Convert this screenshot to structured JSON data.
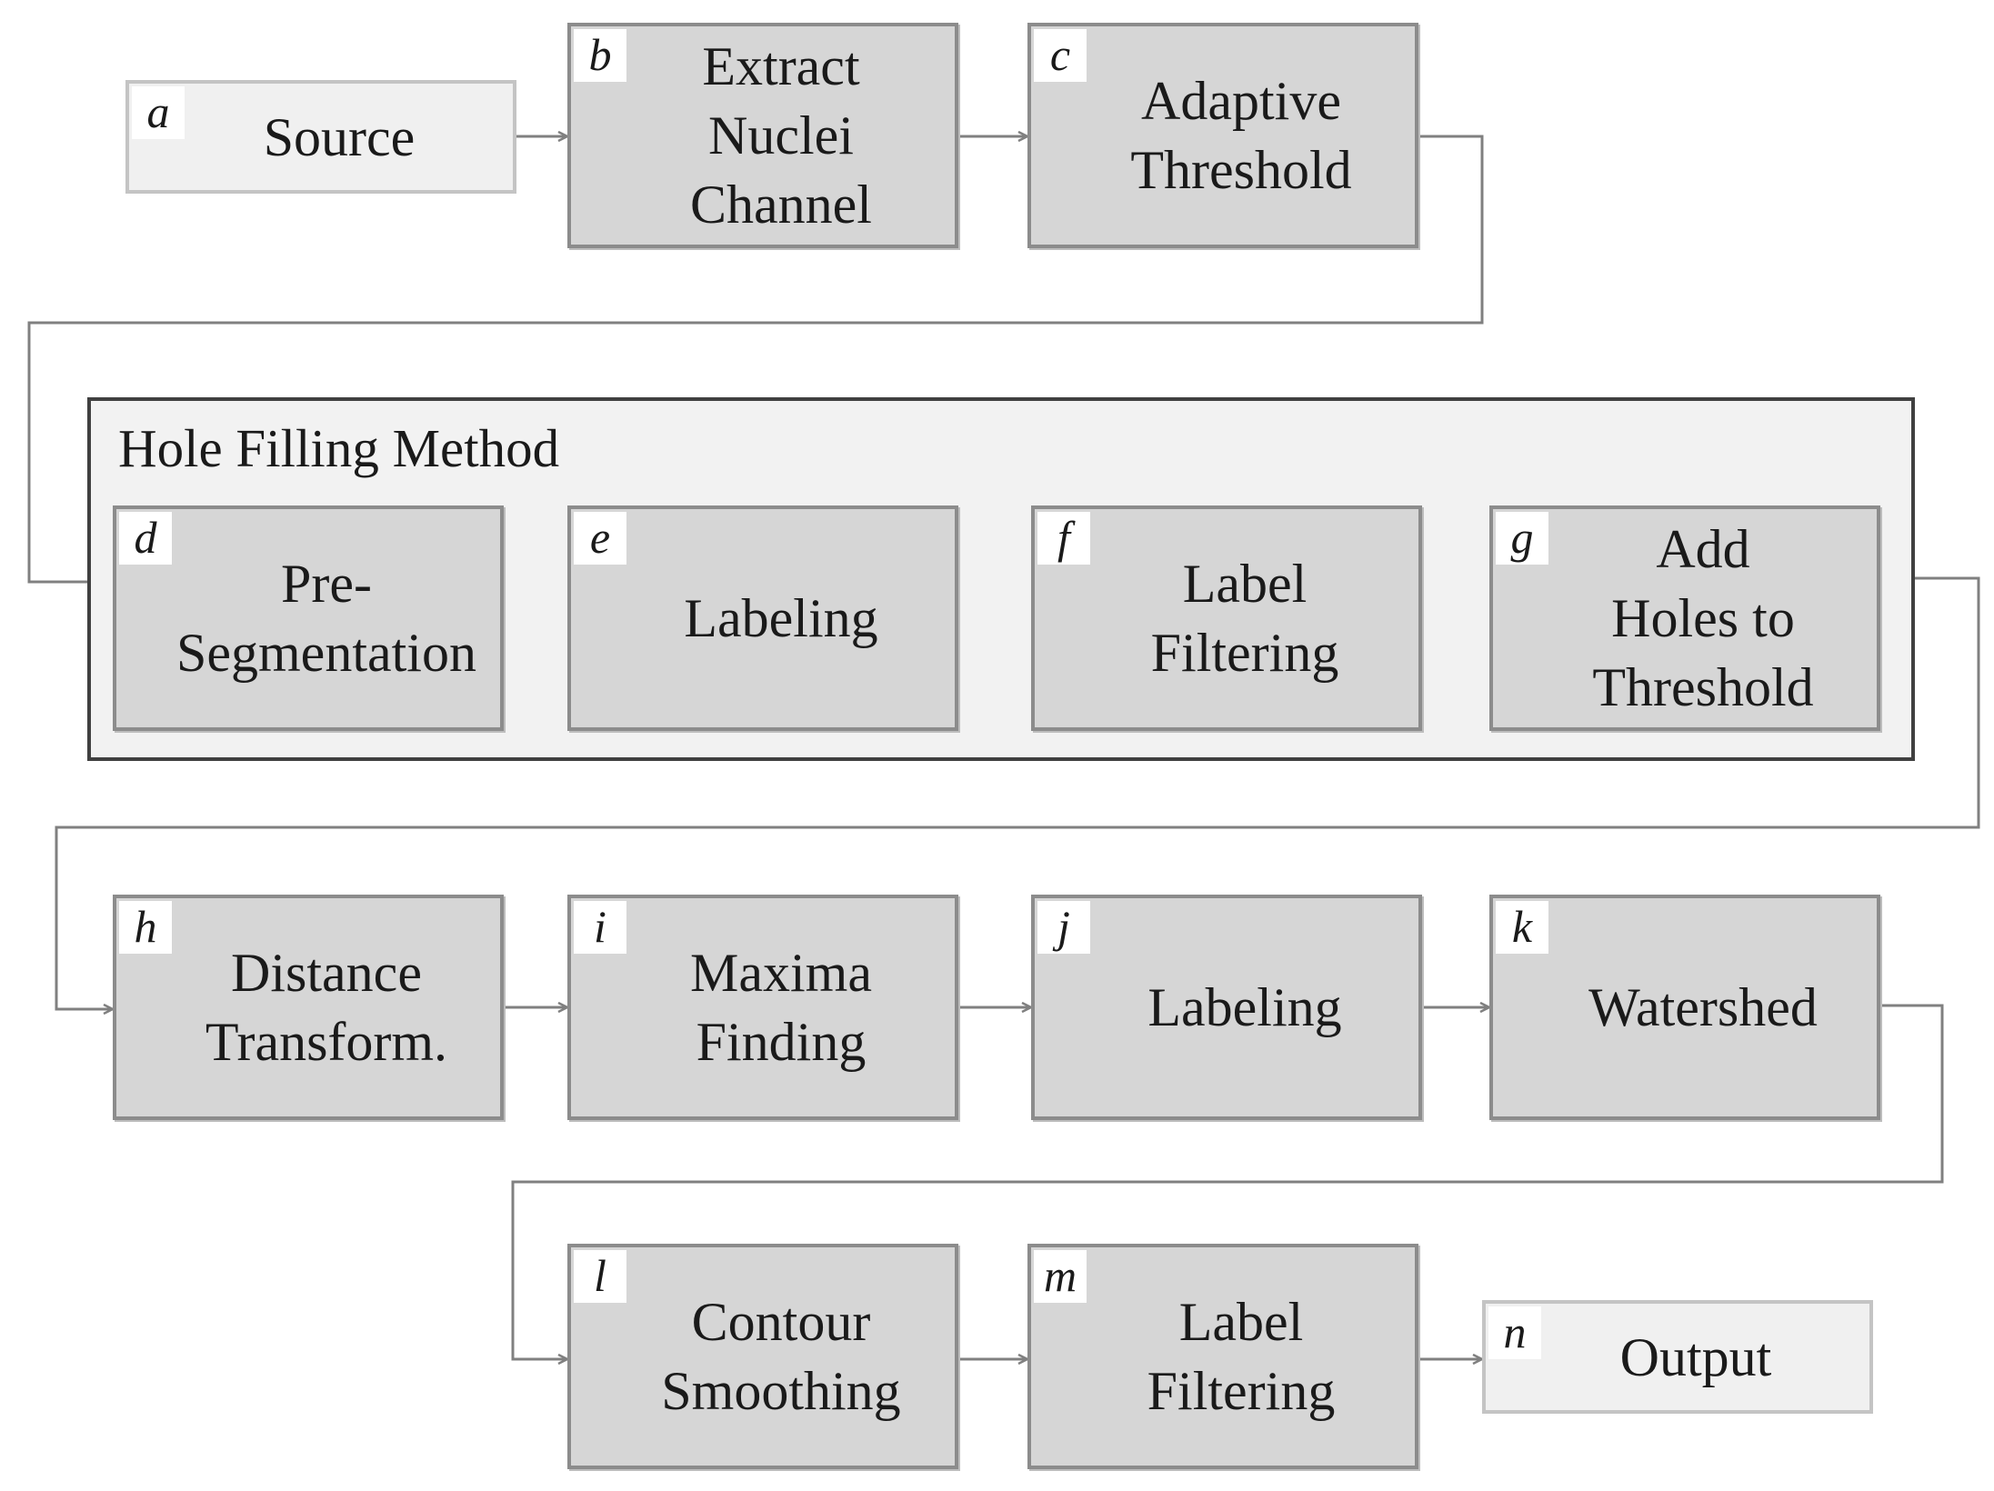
{
  "group": {
    "title": "Hole Filling Method"
  },
  "nodes": [
    {
      "id": "a",
      "label": "Source"
    },
    {
      "id": "b",
      "label": "Extract\nNuclei\nChannel"
    },
    {
      "id": "c",
      "label": "Adaptive\nThreshold"
    },
    {
      "id": "d",
      "label": "Pre-\nSegmentation"
    },
    {
      "id": "e",
      "label": "Labeling"
    },
    {
      "id": "f",
      "label": "Label\nFiltering"
    },
    {
      "id": "g",
      "label": "Add\nHoles to\nThreshold"
    },
    {
      "id": "h",
      "label": "Distance\nTransform."
    },
    {
      "id": "i",
      "label": "Maxima\nFinding"
    },
    {
      "id": "j",
      "label": "Labeling"
    },
    {
      "id": "k",
      "label": "Watershed"
    },
    {
      "id": "l",
      "label": "Contour\nSmoothing"
    },
    {
      "id": "m",
      "label": "Label\nFiltering"
    },
    {
      "id": "n",
      "label": "Output"
    }
  ],
  "colors": {
    "box_fill": "#d6d6d6",
    "io_fill": "#f0f0f0",
    "group_fill": "#f2f2f2",
    "line": "#808080"
  }
}
